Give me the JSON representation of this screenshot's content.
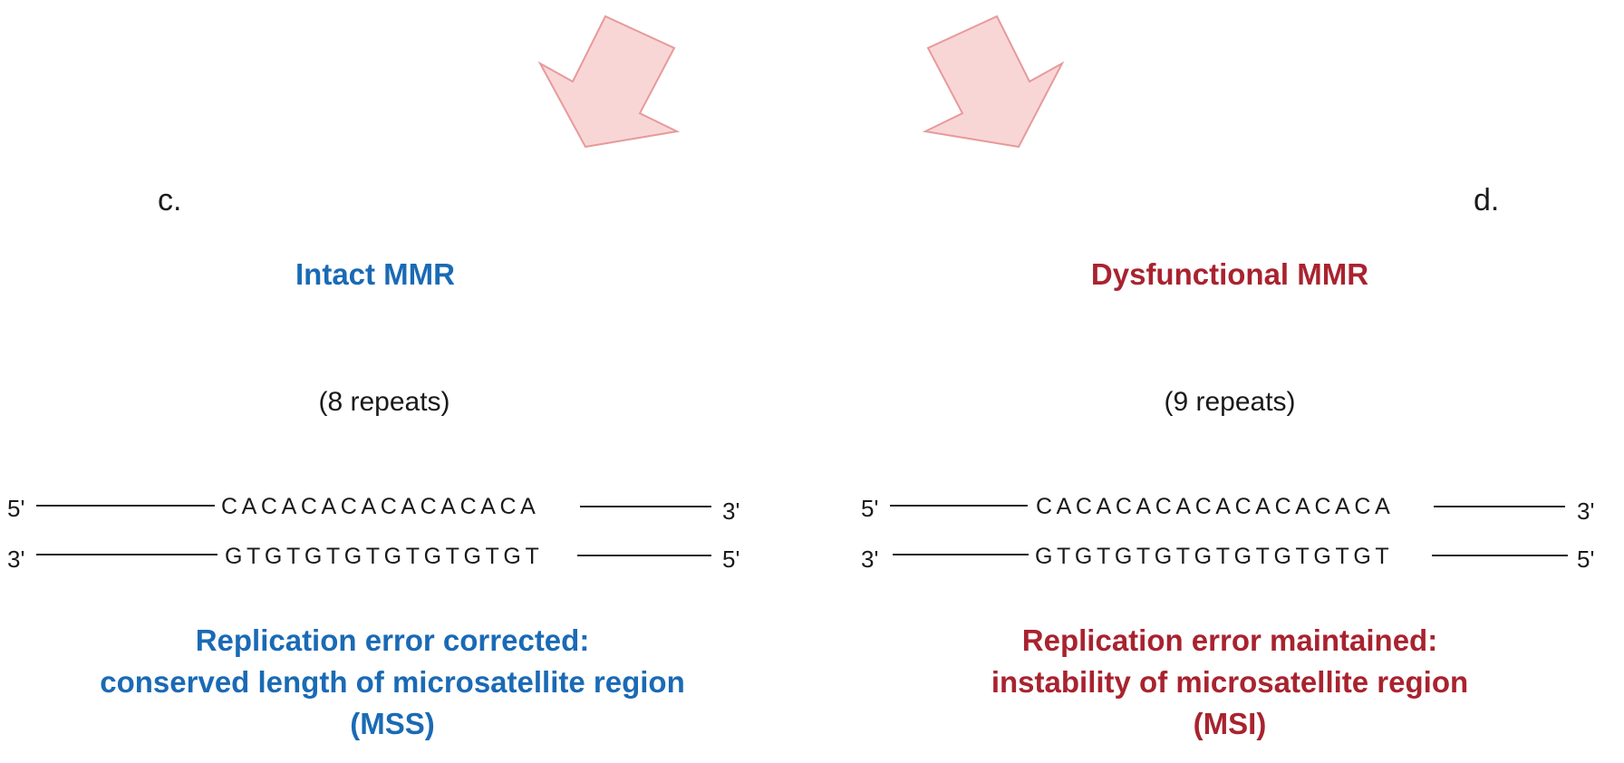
{
  "panels": {
    "left": {
      "letter": "c.",
      "title": "Intact MMR",
      "repeats": "(8 repeats)",
      "top_strand": {
        "five": "5'",
        "seq": "CACACACACACACACA",
        "three": "3'"
      },
      "bottom_strand": {
        "three": "3'",
        "seq": "GTGTGTGTGTGTGTGT",
        "five": "5'"
      },
      "caption": {
        "line1": "Replication error corrected:",
        "line2": "conserved length of microsatellite region",
        "line3": "(MSS)"
      }
    },
    "right": {
      "letter": "d.",
      "title": "Dysfunctional MMR",
      "repeats": "(9 repeats)",
      "top_strand": {
        "five": "5'",
        "seq": "CACACACACACACACACA",
        "three": "3'"
      },
      "bottom_strand": {
        "three": "3'",
        "seq": "GTGTGTGTGTGTGTGTGT",
        "five": "5'"
      },
      "caption": {
        "line1": "Replication error maintained:",
        "line2": "instability of microsatellite region",
        "line3": "(MSI)"
      }
    }
  },
  "colors": {
    "intact": "#1a6ab5",
    "dysfunctional": "#a8232f",
    "arrow_fill": "#f9d6d6",
    "arrow_stroke": "#e79a9a"
  }
}
